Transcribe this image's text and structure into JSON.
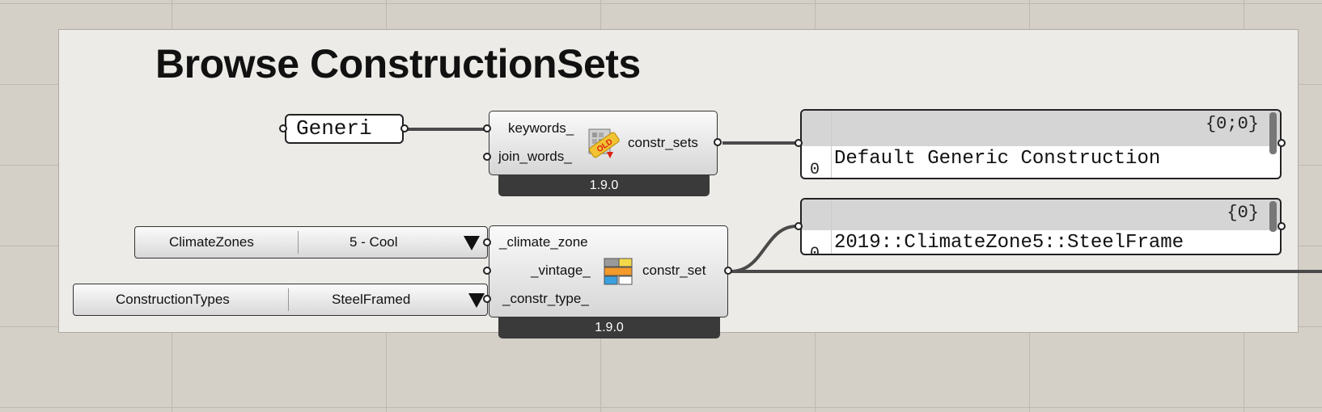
{
  "canvas": {
    "group_title": "Browse ConstructionSets"
  },
  "search_panel": {
    "value": "Generi"
  },
  "search_component": {
    "inputs": [
      "keywords_",
      "join_words_"
    ],
    "output": "constr_sets",
    "version": "1.9.0",
    "icon": "old-construction-set-search-icon"
  },
  "constr_sets_panel": {
    "path": "{0;0}",
    "index": "0",
    "value": "Default Generic Construction"
  },
  "climate_list": {
    "name": "ClimateZones",
    "value": "5 - Cool"
  },
  "type_list": {
    "name": "ConstructionTypes",
    "value": "SteelFramed"
  },
  "climate_component": {
    "inputs": [
      "_climate_zone",
      "_vintage_",
      "_constr_type_"
    ],
    "output": "constr_set",
    "version": "1.9.0",
    "icon": "climate-construction-set-icon"
  },
  "constr_set_panel": {
    "path": "{0}",
    "index": "0",
    "value": "2019::ClimateZone5::SteelFrame"
  }
}
